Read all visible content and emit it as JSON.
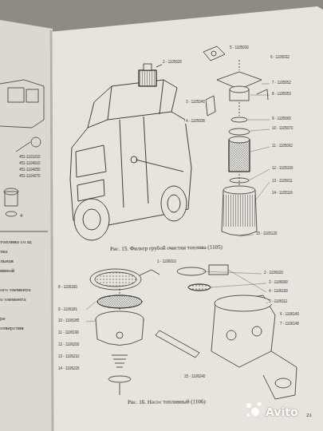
{
  "diagram": {
    "labels": [
      "Рис. 15. Фильтр грубой очистки топлива (1105)",
      "Рис. 16. Насос топливный (1106)",
      "21",
      "4",
      "Avito",
      "топлива со щ",
      "тка",
      "льная",
      "ивной",
      "ого элемента",
      "о элемента",
      "ре",
      "отверстия",
      "451-1101010",
      "451-1104010",
      "451-1104050",
      "451-1104070",
      "2 - 1105020",
      "3 - 1105040",
      "4 - 1105038",
      "5 - 1105030",
      "6 - 1105032",
      "7 - 1105052",
      "8 - 1105053",
      "9 - 1105060",
      "10 - 1105070",
      "11 - 1105092",
      "12 - 1105100",
      "13 - 1105011",
      "14 - 1105116",
      "15 - 1105120",
      "1 - 1106010",
      "2 - 1106020",
      "3 - 1106090",
      "4 - 1106100",
      "5 - 1106112",
      "6 - 1106140",
      "7 - 1106148",
      "8 - 1106160",
      "9 - 1106181",
      "10 - 1106185",
      "11 - 1106190",
      "12 - 1106200",
      "13 - 1106210",
      "14 - 1106226",
      "15 - 1106240"
    ]
  }
}
